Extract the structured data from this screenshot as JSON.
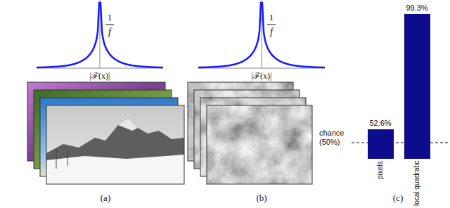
{
  "diagram": {
    "labels": [
      "1",
      "f",
      "|ℱ(x)|",
      "1",
      "f",
      "|ℱ(x)|",
      "(a)",
      "(b)",
      "52.6%",
      "99.3%",
      "chance (50%)",
      "pixels",
      "local quadratic",
      "(c)"
    ]
  }
}
